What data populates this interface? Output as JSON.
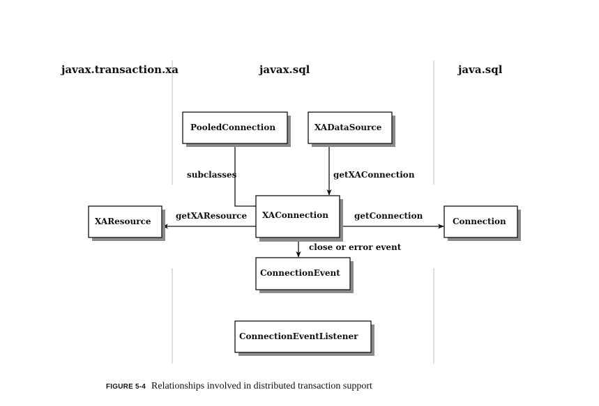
{
  "packages": {
    "transaction_xa": "javax.transaction.xa",
    "sql_ext": "javax.sql",
    "sql": "java.sql"
  },
  "classes": {
    "pooled_connection": "PooledConnection",
    "xa_data_source": "XADataSource",
    "xa_resource": "XAResource",
    "xa_connection": "XAConnection",
    "connection": "Connection",
    "connection_event": "ConnectionEvent",
    "connection_event_listener": "ConnectionEventListener"
  },
  "relations": {
    "subclasses": "subclasses",
    "get_xa_connection": "getXAConnection",
    "get_xa_resource": "getXAResource",
    "get_connection": "getConnection",
    "close_or_error_event": "close or error event"
  },
  "caption": {
    "number": "FIGURE 5-4",
    "text": "Relationships involved in distributed transaction support"
  }
}
